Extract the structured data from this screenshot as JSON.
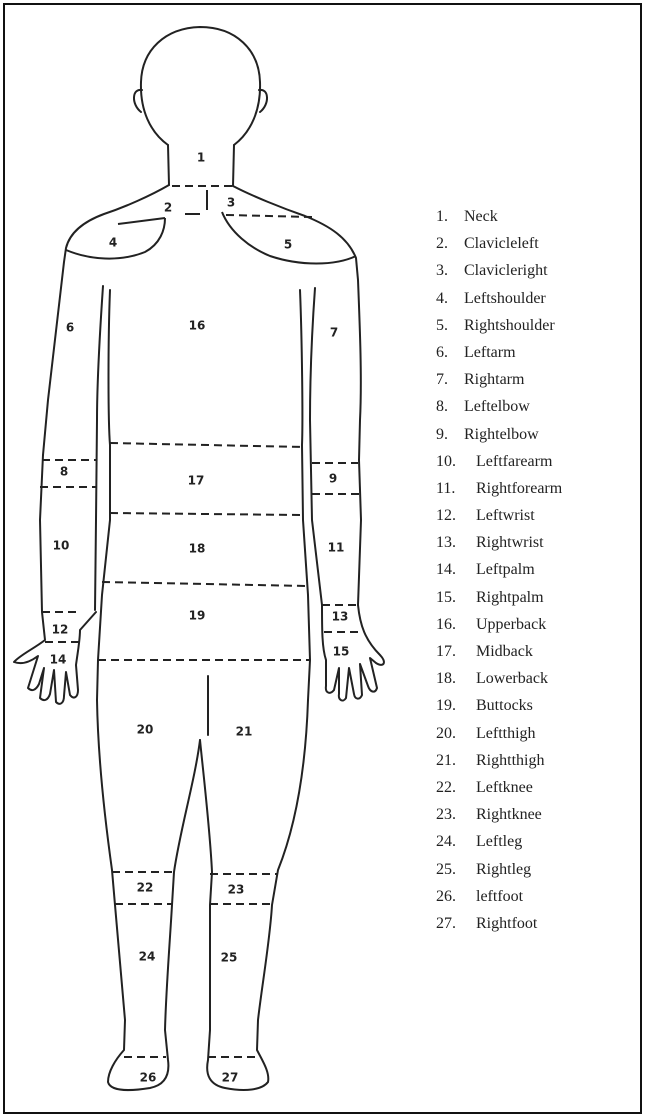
{
  "regions": [
    {
      "num": "1",
      "label": "Neck"
    },
    {
      "num": "2",
      "label": "Clavicleleft"
    },
    {
      "num": "3",
      "label": "Clavicleright"
    },
    {
      "num": "4",
      "label": "Leftshoulder"
    },
    {
      "num": "5",
      "label": "Rightshoulder"
    },
    {
      "num": "6",
      "label": "Leftarm"
    },
    {
      "num": "7",
      "label": "Rightarm"
    },
    {
      "num": "8",
      "label": "Leftelbow"
    },
    {
      "num": "9",
      "label": "Rightelbow"
    },
    {
      "num": "10",
      "label": "Leftfarearm"
    },
    {
      "num": "11",
      "label": "Rightforearm"
    },
    {
      "num": "12",
      "label": "Leftwrist"
    },
    {
      "num": "13",
      "label": "Rightwrist"
    },
    {
      "num": "14",
      "label": "Leftpalm"
    },
    {
      "num": "15",
      "label": "Rightpalm"
    },
    {
      "num": "16",
      "label": "Upperback"
    },
    {
      "num": "17",
      "label": "Midback"
    },
    {
      "num": "18",
      "label": "Lowerback"
    },
    {
      "num": "19",
      "label": "Buttocks"
    },
    {
      "num": "20",
      "label": "Leftthigh"
    },
    {
      "num": "21",
      "label": "Rightthigh"
    },
    {
      "num": "22",
      "label": "Leftknee"
    },
    {
      "num": "23",
      "label": "Rightknee"
    },
    {
      "num": "24",
      "label": "Leftleg"
    },
    {
      "num": "25",
      "label": "Rightleg"
    },
    {
      "num": "26",
      "label": "leftfoot"
    },
    {
      "num": "27",
      "label": "Rightfoot"
    }
  ]
}
